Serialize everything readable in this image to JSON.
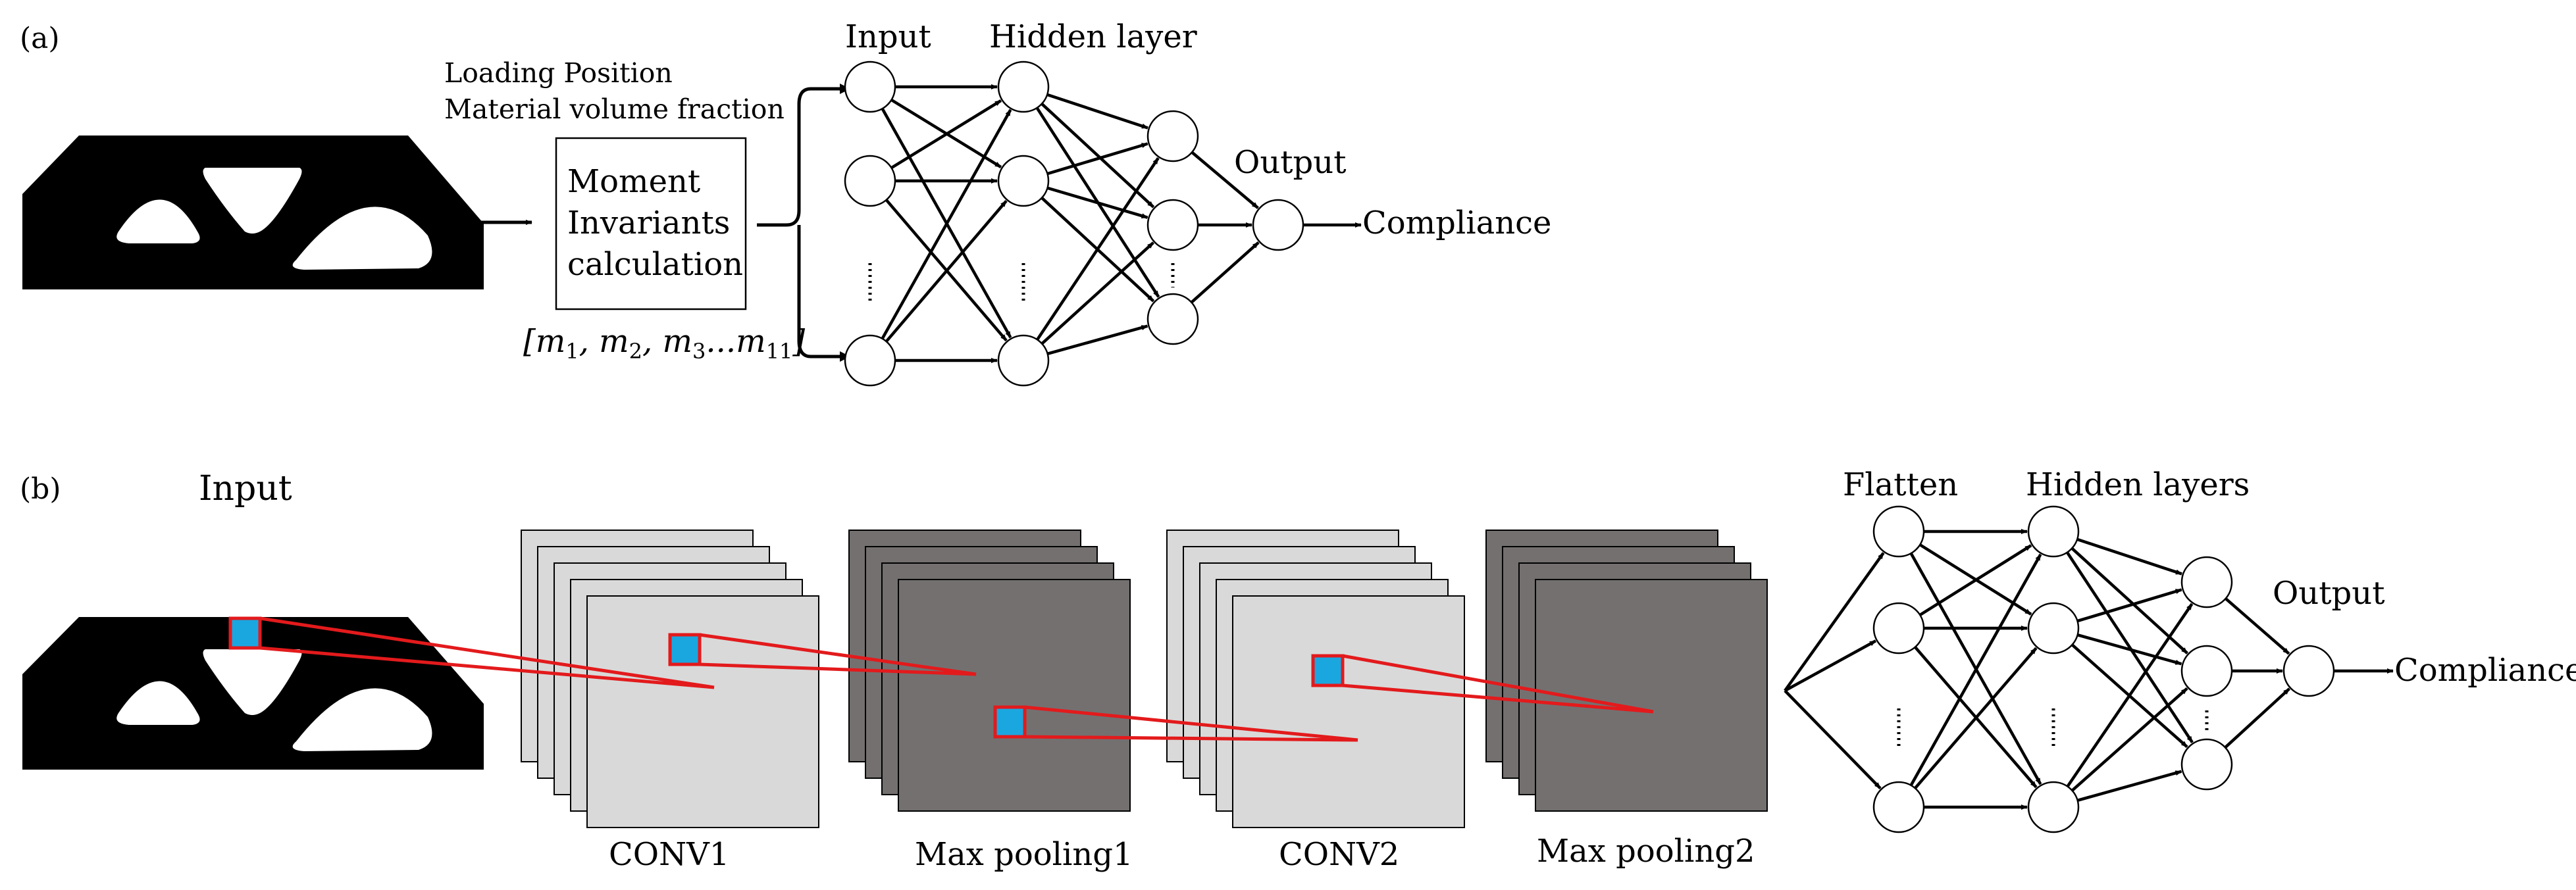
{
  "panel_a": {
    "tag": "(a)",
    "params_line1": "Loading Position",
    "params_line2": "Material volume fraction",
    "box_line1": "Moment",
    "box_line2": "Invariants",
    "box_line3": "calculation",
    "vector_label": "[m1, m2, m3...m11]",
    "input_label": "Input",
    "hidden_label": "Hidden layer",
    "output_label": "Output",
    "result_label": "Compliance"
  },
  "panel_b": {
    "tag": "(b)",
    "input_label": "Input",
    "conv1_label": "CONV1",
    "pool1_label": "Max pooling1",
    "conv2_label": "CONV2",
    "pool2_label": "Max pooling2",
    "flatten_label": "Flatten",
    "hidden_label": "Hidden layers",
    "output_label": "Output",
    "result_label": "Compliance"
  },
  "colors": {
    "structure": "#000000",
    "light_layer": "#d9d9d9",
    "dark_layer": "#747070",
    "receptive_field": "#e31a1c",
    "kernel_fill": "#1aa7e0"
  }
}
